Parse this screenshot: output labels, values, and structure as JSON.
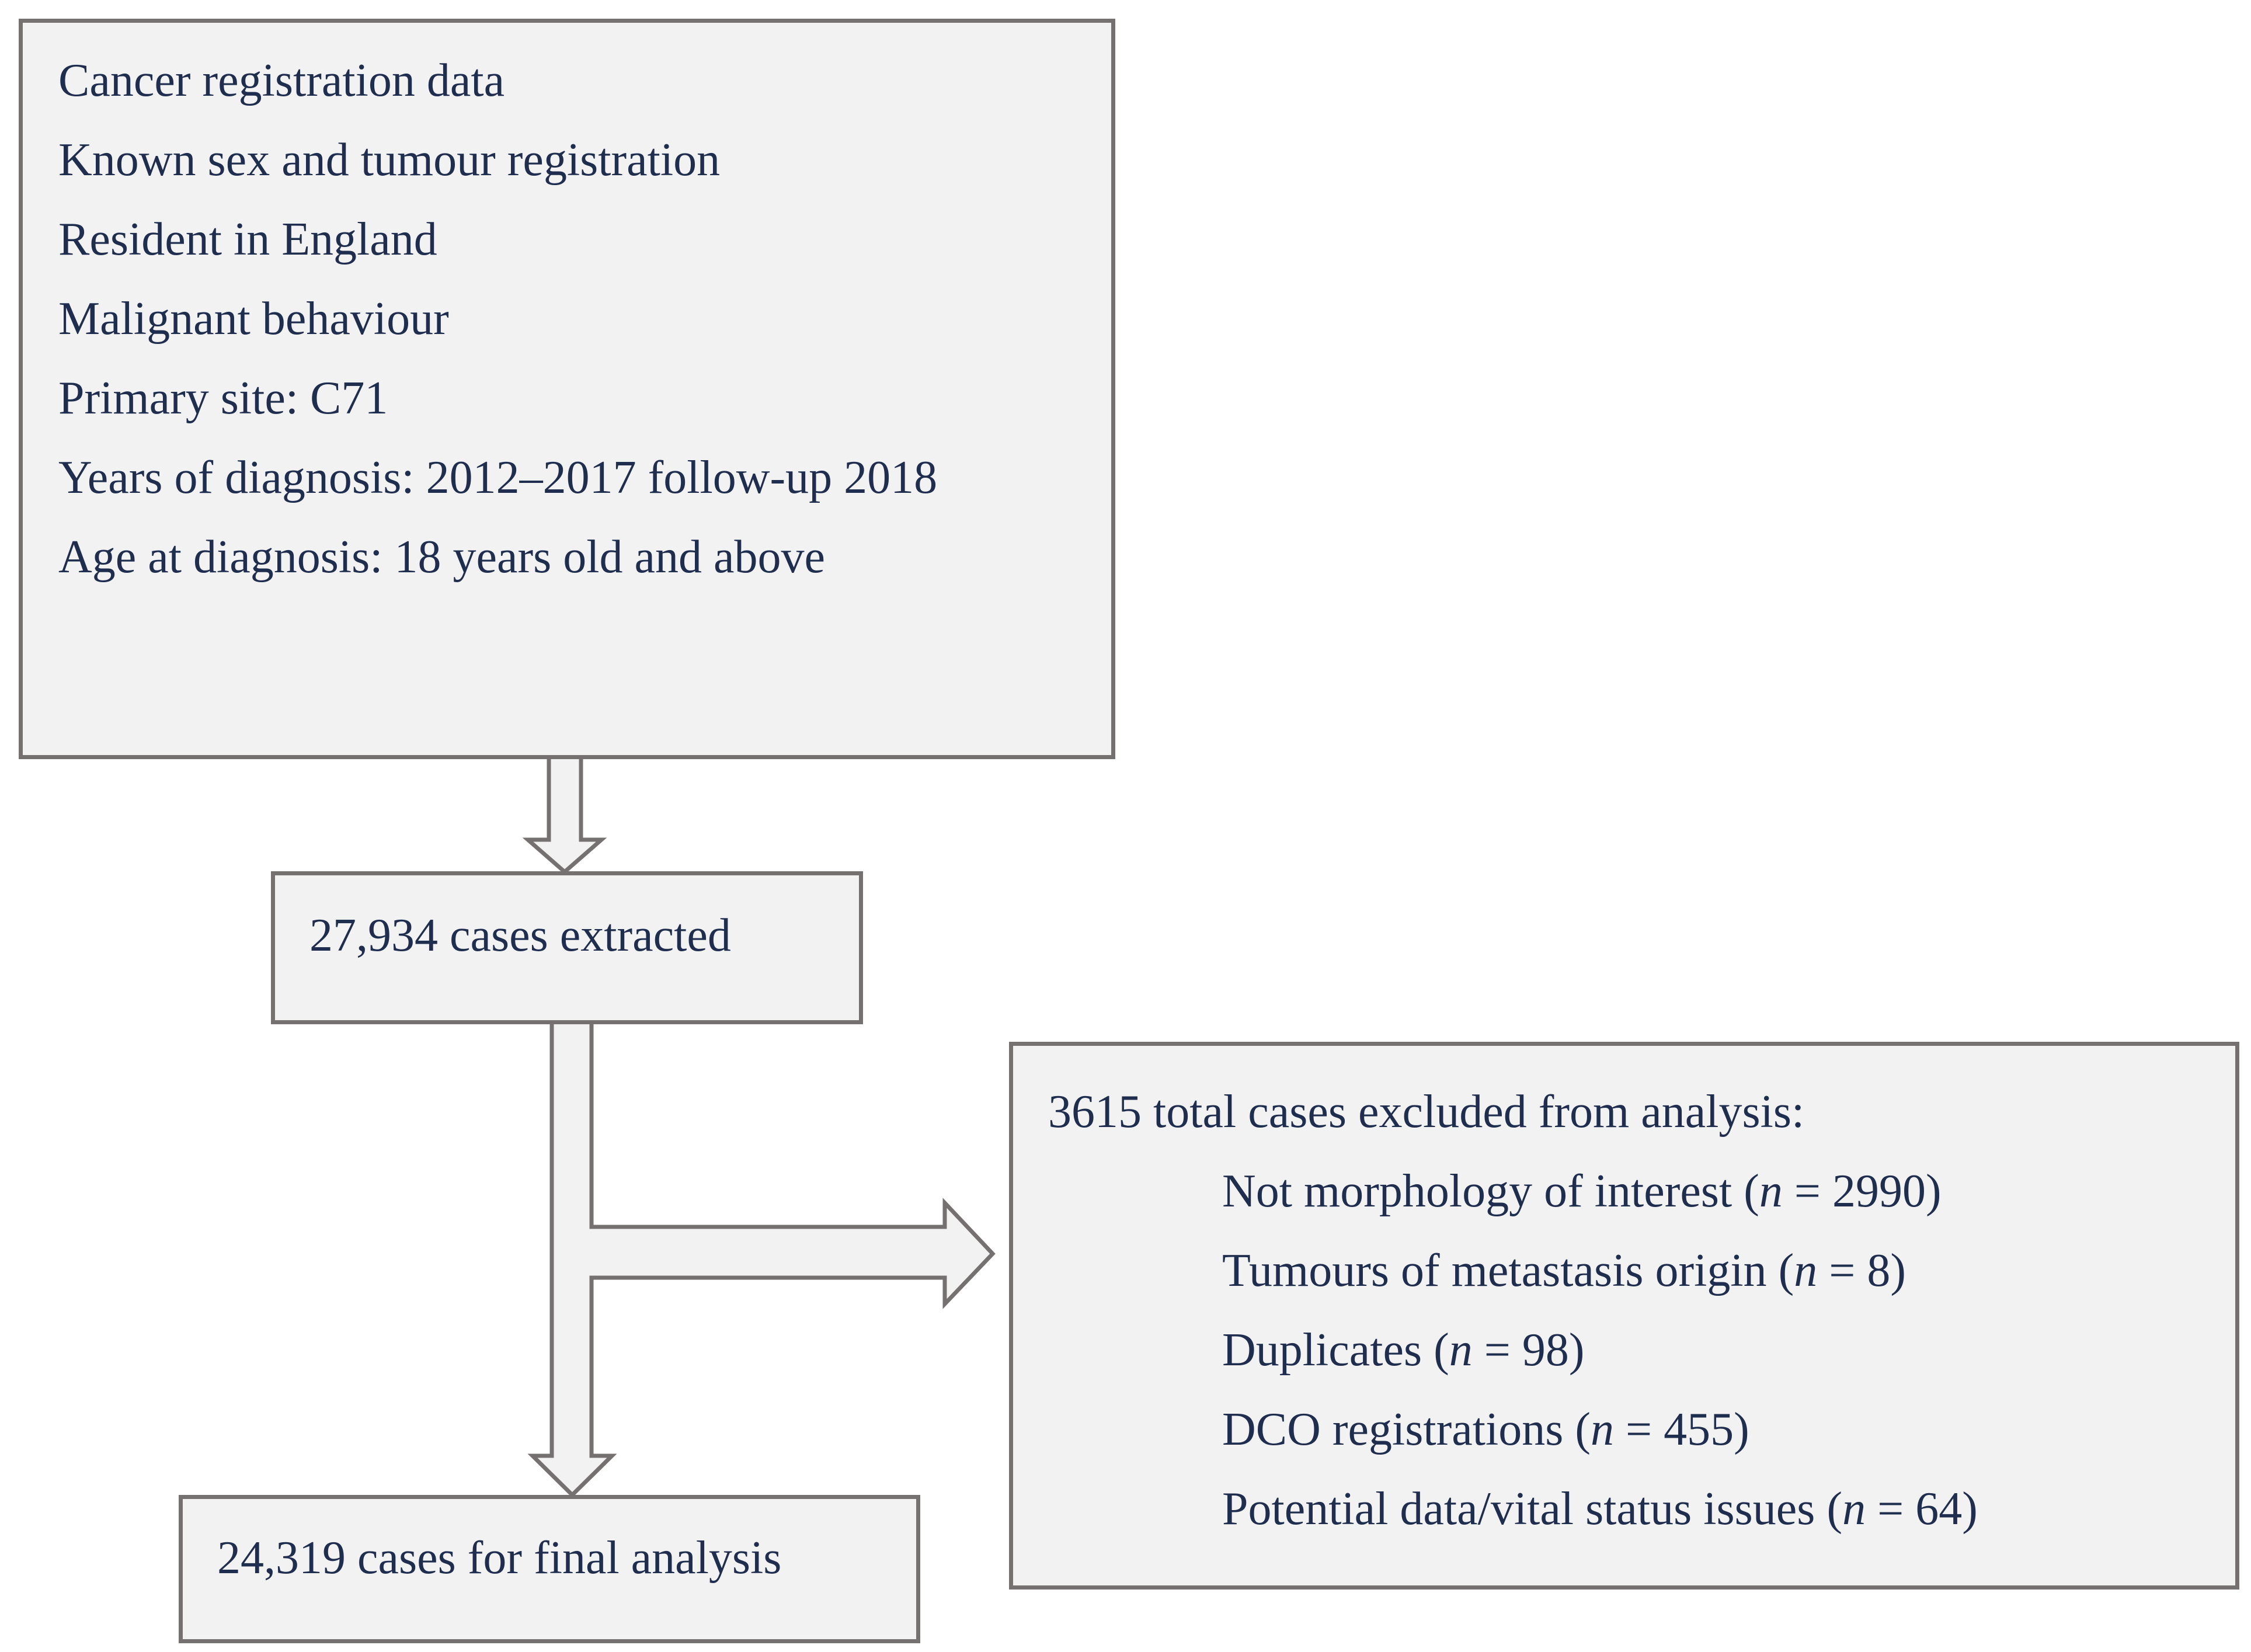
{
  "criteria_box": {
    "lines": [
      "Cancer registration data",
      "Known sex and tumour registration",
      "Resident in England",
      "Malignant behaviour",
      "Primary site: C71",
      "Years of diagnosis: 2012–2017 follow-up 2018",
      "Age at diagnosis: 18 years old and above"
    ]
  },
  "extracted_box": {
    "text": "27,934 cases extracted"
  },
  "excluded_box": {
    "heading": "3615 total cases excluded from analysis:",
    "items": [
      {
        "label": "Not morphology of interest",
        "n_symbol": "n",
        "n_value": "2990"
      },
      {
        "label": "Tumours of metastasis origin",
        "n_symbol": "n",
        "n_value": "8"
      },
      {
        "label": "Duplicates",
        "n_symbol": "n",
        "n_value": "98"
      },
      {
        "label": "DCO registrations",
        "n_symbol": "n",
        "n_value": "455"
      },
      {
        "label": "Potential data/vital status issues",
        "n_symbol": "n",
        "n_value": "64"
      }
    ]
  },
  "final_box": {
    "text": "24,319 cases for final analysis"
  },
  "colors": {
    "box_fill": "#f2f2f2",
    "box_border": "#767171",
    "text": "#1f2d4e"
  }
}
